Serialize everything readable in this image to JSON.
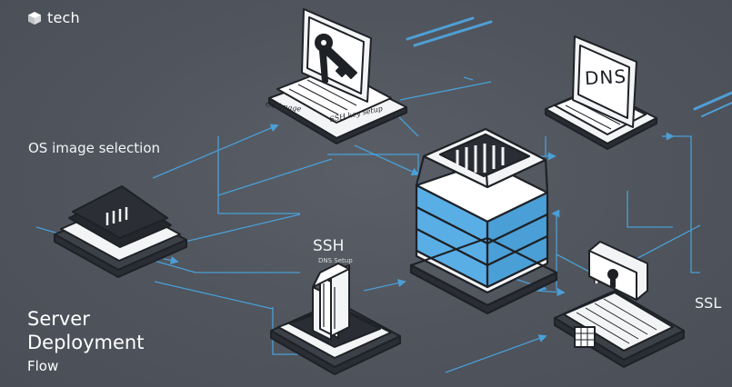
{
  "brand": {
    "logo_icon": "cube-icon",
    "name": "tech"
  },
  "title": {
    "line1": "Server",
    "line2": "Deployment",
    "line3": "Flow"
  },
  "nodes": {
    "os_selection": {
      "label": "OS image selection",
      "icon": "chip-icon"
    },
    "ssh_key": {
      "label": "SSH",
      "sublabel": "DNS Setup",
      "icon": "server-rack-icon"
    },
    "dns": {
      "screen_text": "DNS",
      "icon": "laptop-icon"
    },
    "ssl": {
      "label": "SSL",
      "icon": "padlock-icon"
    },
    "key_laptop": {
      "caption_left": "OS image",
      "caption_right": "SSH key setup",
      "icon": "key-icon"
    },
    "central_server": {
      "icon": "server-stack-icon"
    }
  },
  "colors": {
    "background": "#50545c",
    "accent": "#5aaee6",
    "line": "#4a9fd6",
    "outline": "#1e2126",
    "panel": "#f3f4f5"
  }
}
